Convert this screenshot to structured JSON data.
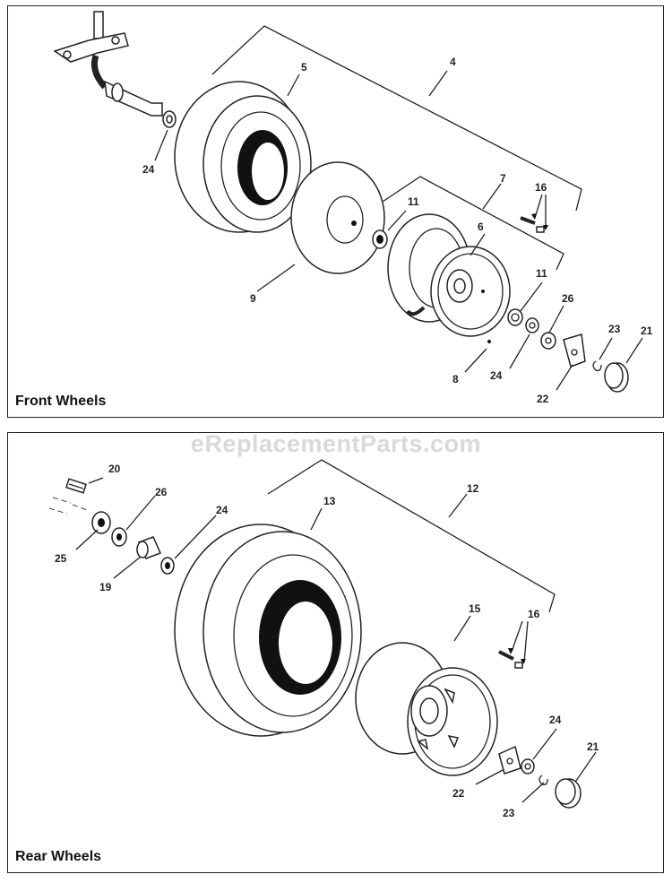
{
  "front": {
    "title": "Front Wheels",
    "callouts": [
      "4",
      "5",
      "24",
      "9",
      "11",
      "7",
      "6",
      "16",
      "11",
      "26",
      "8",
      "24",
      "22",
      "23",
      "21"
    ]
  },
  "rear": {
    "title": "Rear Wheels",
    "callouts": [
      "20",
      "26",
      "24",
      "25",
      "19",
      "13",
      "12",
      "15",
      "16",
      "24",
      "22",
      "23",
      "21"
    ]
  },
  "watermark": "eReplacementParts.com"
}
